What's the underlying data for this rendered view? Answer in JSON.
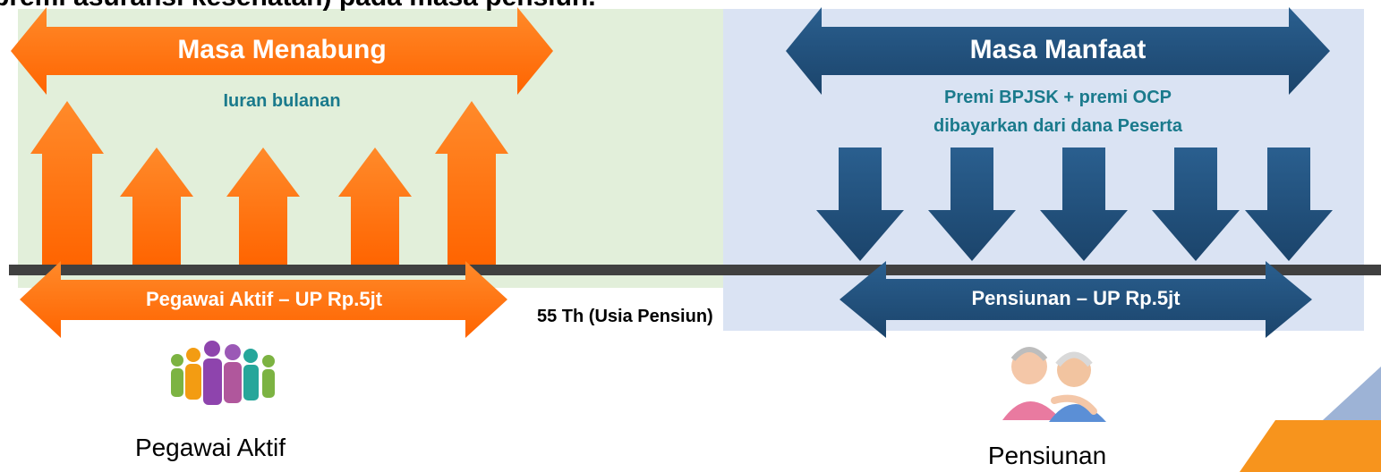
{
  "header": {
    "partial_text": "premi asuransi kesehatan) pada masa pensiun."
  },
  "left_section": {
    "title": "Masa Menabung",
    "subtitle": "Iuran bulanan",
    "bottom_label": "Pegawai Aktif – UP Rp.5jt",
    "caption": "Pegawai Aktif",
    "arrow_color": "#ff6a00",
    "background_color": "#e2efda"
  },
  "right_section": {
    "title": "Masa Manfaat",
    "subtitle_line1": "Premi BPJSK + premi OCP",
    "subtitle_line2": "dibayarkan dari dana Peserta",
    "bottom_label": "Pensiunan – UP Rp.5jt",
    "caption": "Pensiunan",
    "arrow_color": "#1f4e79",
    "background_color": "#dae3f3"
  },
  "timeline": {
    "milestone_label": "55 Th (Usia Pensiun)",
    "line_color": "#404040"
  },
  "icons": {
    "people": "people-group-icon",
    "elderly": "elderly-couple-icon",
    "corner": "corner-decoration-icon"
  },
  "colors": {
    "subtitle_teal": "#1a7a8c",
    "corner_orange": "#f7941d",
    "corner_blue": "#9db3d6"
  }
}
